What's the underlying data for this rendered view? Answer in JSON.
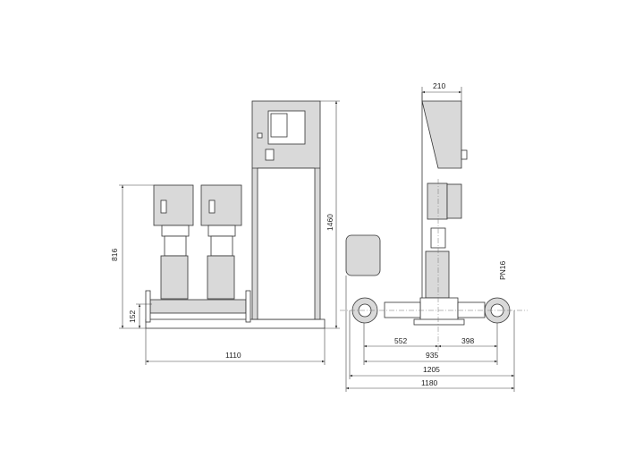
{
  "dimensions": {
    "front_height_pump": "816",
    "front_inlet_height": "152",
    "front_width": "1110",
    "front_total_height": "1460",
    "side_cabinet_depth": "210",
    "side_inlet_to_center": "552",
    "side_center_to_outlet": "398",
    "side_flange_span": "935",
    "side_overall_1": "1205",
    "side_overall_2": "1180",
    "pressure_rating": "PN16"
  }
}
